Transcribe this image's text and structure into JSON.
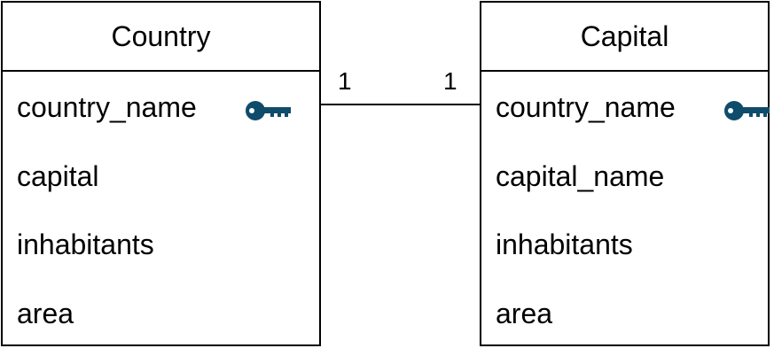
{
  "colors": {
    "key_icon": "#0f4c6b",
    "stroke": "#000000"
  },
  "entities": [
    {
      "name": "Country",
      "attributes": [
        "country_name",
        "capital",
        "inhabitants",
        "area"
      ],
      "primary_key_icon": "key-icon"
    },
    {
      "name": "Capital",
      "attributes": [
        "country_name",
        "capital_name",
        "inhabitants",
        "area"
      ],
      "primary_key_icon": "key-icon"
    }
  ],
  "relationship": {
    "left_cardinality": "1",
    "right_cardinality": "1"
  }
}
